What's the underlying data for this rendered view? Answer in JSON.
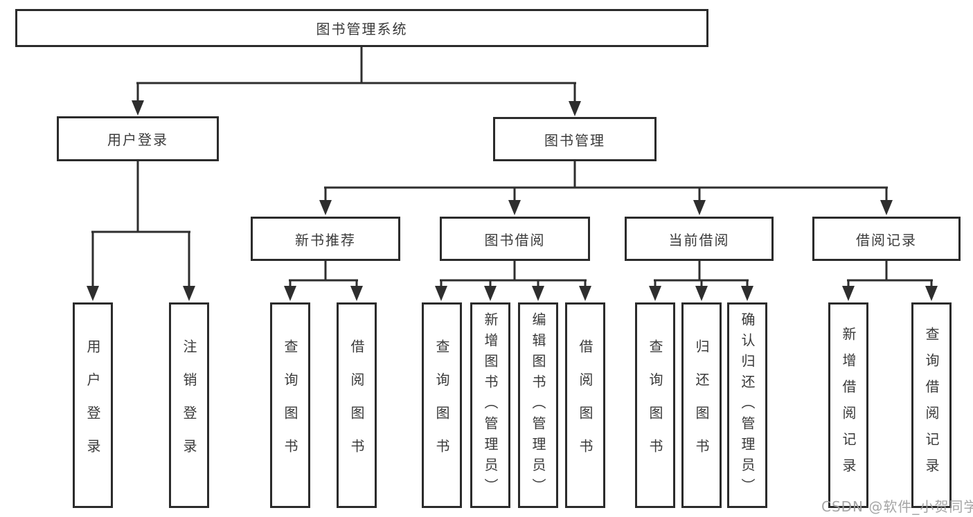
{
  "colors": {
    "background": "#ffffff",
    "box_border": "#2b2b2b",
    "connector_line": "#2e2e2e",
    "text": "#3a3a3a",
    "watermark": "#9e9e9e"
  },
  "watermark": {
    "text": "CSDN @软件_小贺同学"
  },
  "tree": {
    "label": "图书管理系统",
    "children": [
      {
        "label": "用户登录",
        "children": [
          {
            "label": "用户登录"
          },
          {
            "label": "注销登录"
          }
        ]
      },
      {
        "label": "图书管理",
        "children": [
          {
            "label": "新书推荐",
            "children": [
              {
                "label": "查询图书"
              },
              {
                "label": "借阅图书"
              }
            ]
          },
          {
            "label": "图书借阅",
            "children": [
              {
                "label": "查询图书"
              },
              {
                "label": "新增图书（管理员）"
              },
              {
                "label": "编辑图书（管理员）"
              },
              {
                "label": "借阅图书"
              }
            ]
          },
          {
            "label": "当前借阅",
            "children": [
              {
                "label": "查询图书"
              },
              {
                "label": "归还图书"
              },
              {
                "label": "确认归还（管理员）"
              }
            ]
          },
          {
            "label": "借阅记录",
            "children": [
              {
                "label": "新增借阅记录"
              },
              {
                "label": "查询借阅记录"
              }
            ]
          }
        ]
      }
    ]
  }
}
